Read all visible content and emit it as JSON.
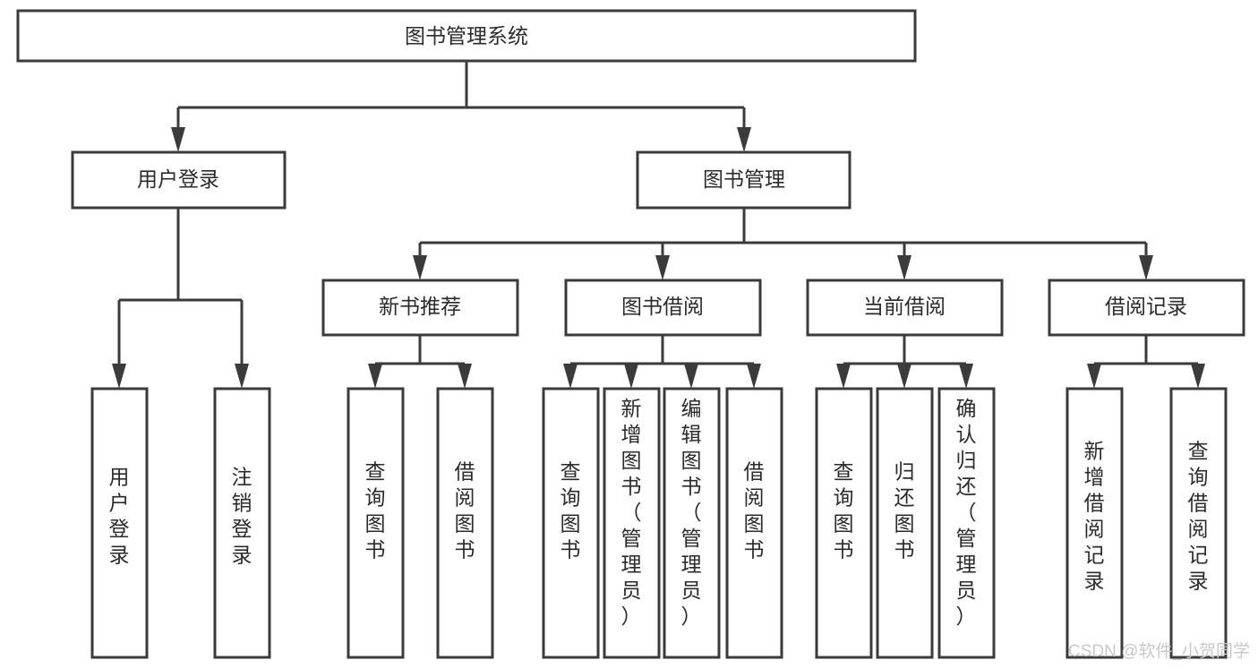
{
  "diagram": {
    "title_node": {
      "label": "图书管理系统"
    },
    "level2": [
      {
        "label": "用户登录"
      },
      {
        "label": "图书管理"
      }
    ],
    "level3": [
      {
        "label": "新书推荐"
      },
      {
        "label": "图书借阅"
      },
      {
        "label": "当前借阅"
      },
      {
        "label": "借阅记录"
      }
    ],
    "leaves": {
      "user_login": [
        {
          "label": "用户登录"
        },
        {
          "label": "注销登录"
        }
      ],
      "new_book": [
        {
          "label": "查询图书"
        },
        {
          "label": "借阅图书"
        }
      ],
      "book_borrow": [
        {
          "label": "查询图书"
        },
        {
          "label": "新增图书（管理员）"
        },
        {
          "label": "编辑图书（管理员）"
        },
        {
          "label": "借阅图书"
        }
      ],
      "current_borrow": [
        {
          "label": "查询图书"
        },
        {
          "label": "归还图书"
        },
        {
          "label": "确认归还（管理员）"
        }
      ],
      "borrow_record": [
        {
          "label": "新增借阅记录"
        },
        {
          "label": "查询借阅记录"
        }
      ]
    }
  },
  "watermark": {
    "text": "CSDN @软件_小贺同学"
  }
}
